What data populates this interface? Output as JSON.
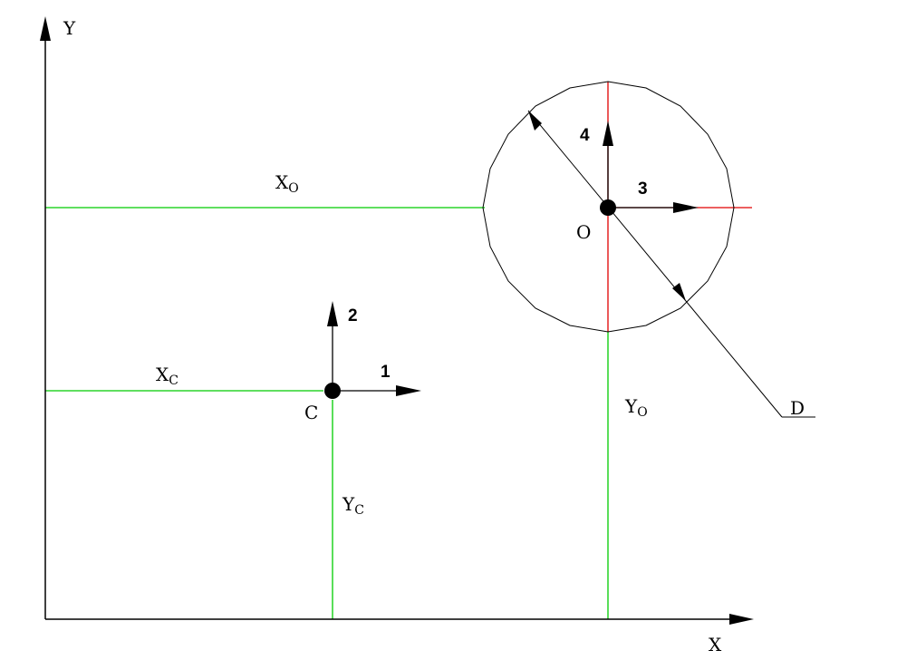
{
  "labels": {
    "axis_x": "X",
    "axis_y": "Y",
    "x_o_main": "X",
    "x_o_sub": "O",
    "x_c_main": "X",
    "x_c_sub": "C",
    "y_o_main": "Y",
    "y_o_sub": "O",
    "y_c_main": "Y",
    "y_c_sub": "C",
    "point_c": "C",
    "point_o": "O",
    "arrow_1": "1",
    "arrow_2": "2",
    "arrow_3": "3",
    "arrow_4": "4",
    "diameter": "D"
  },
  "colors": {
    "axis": "#000000",
    "guide": "#00cc00",
    "circle_axis": "#e00000",
    "outline": "#000000"
  }
}
